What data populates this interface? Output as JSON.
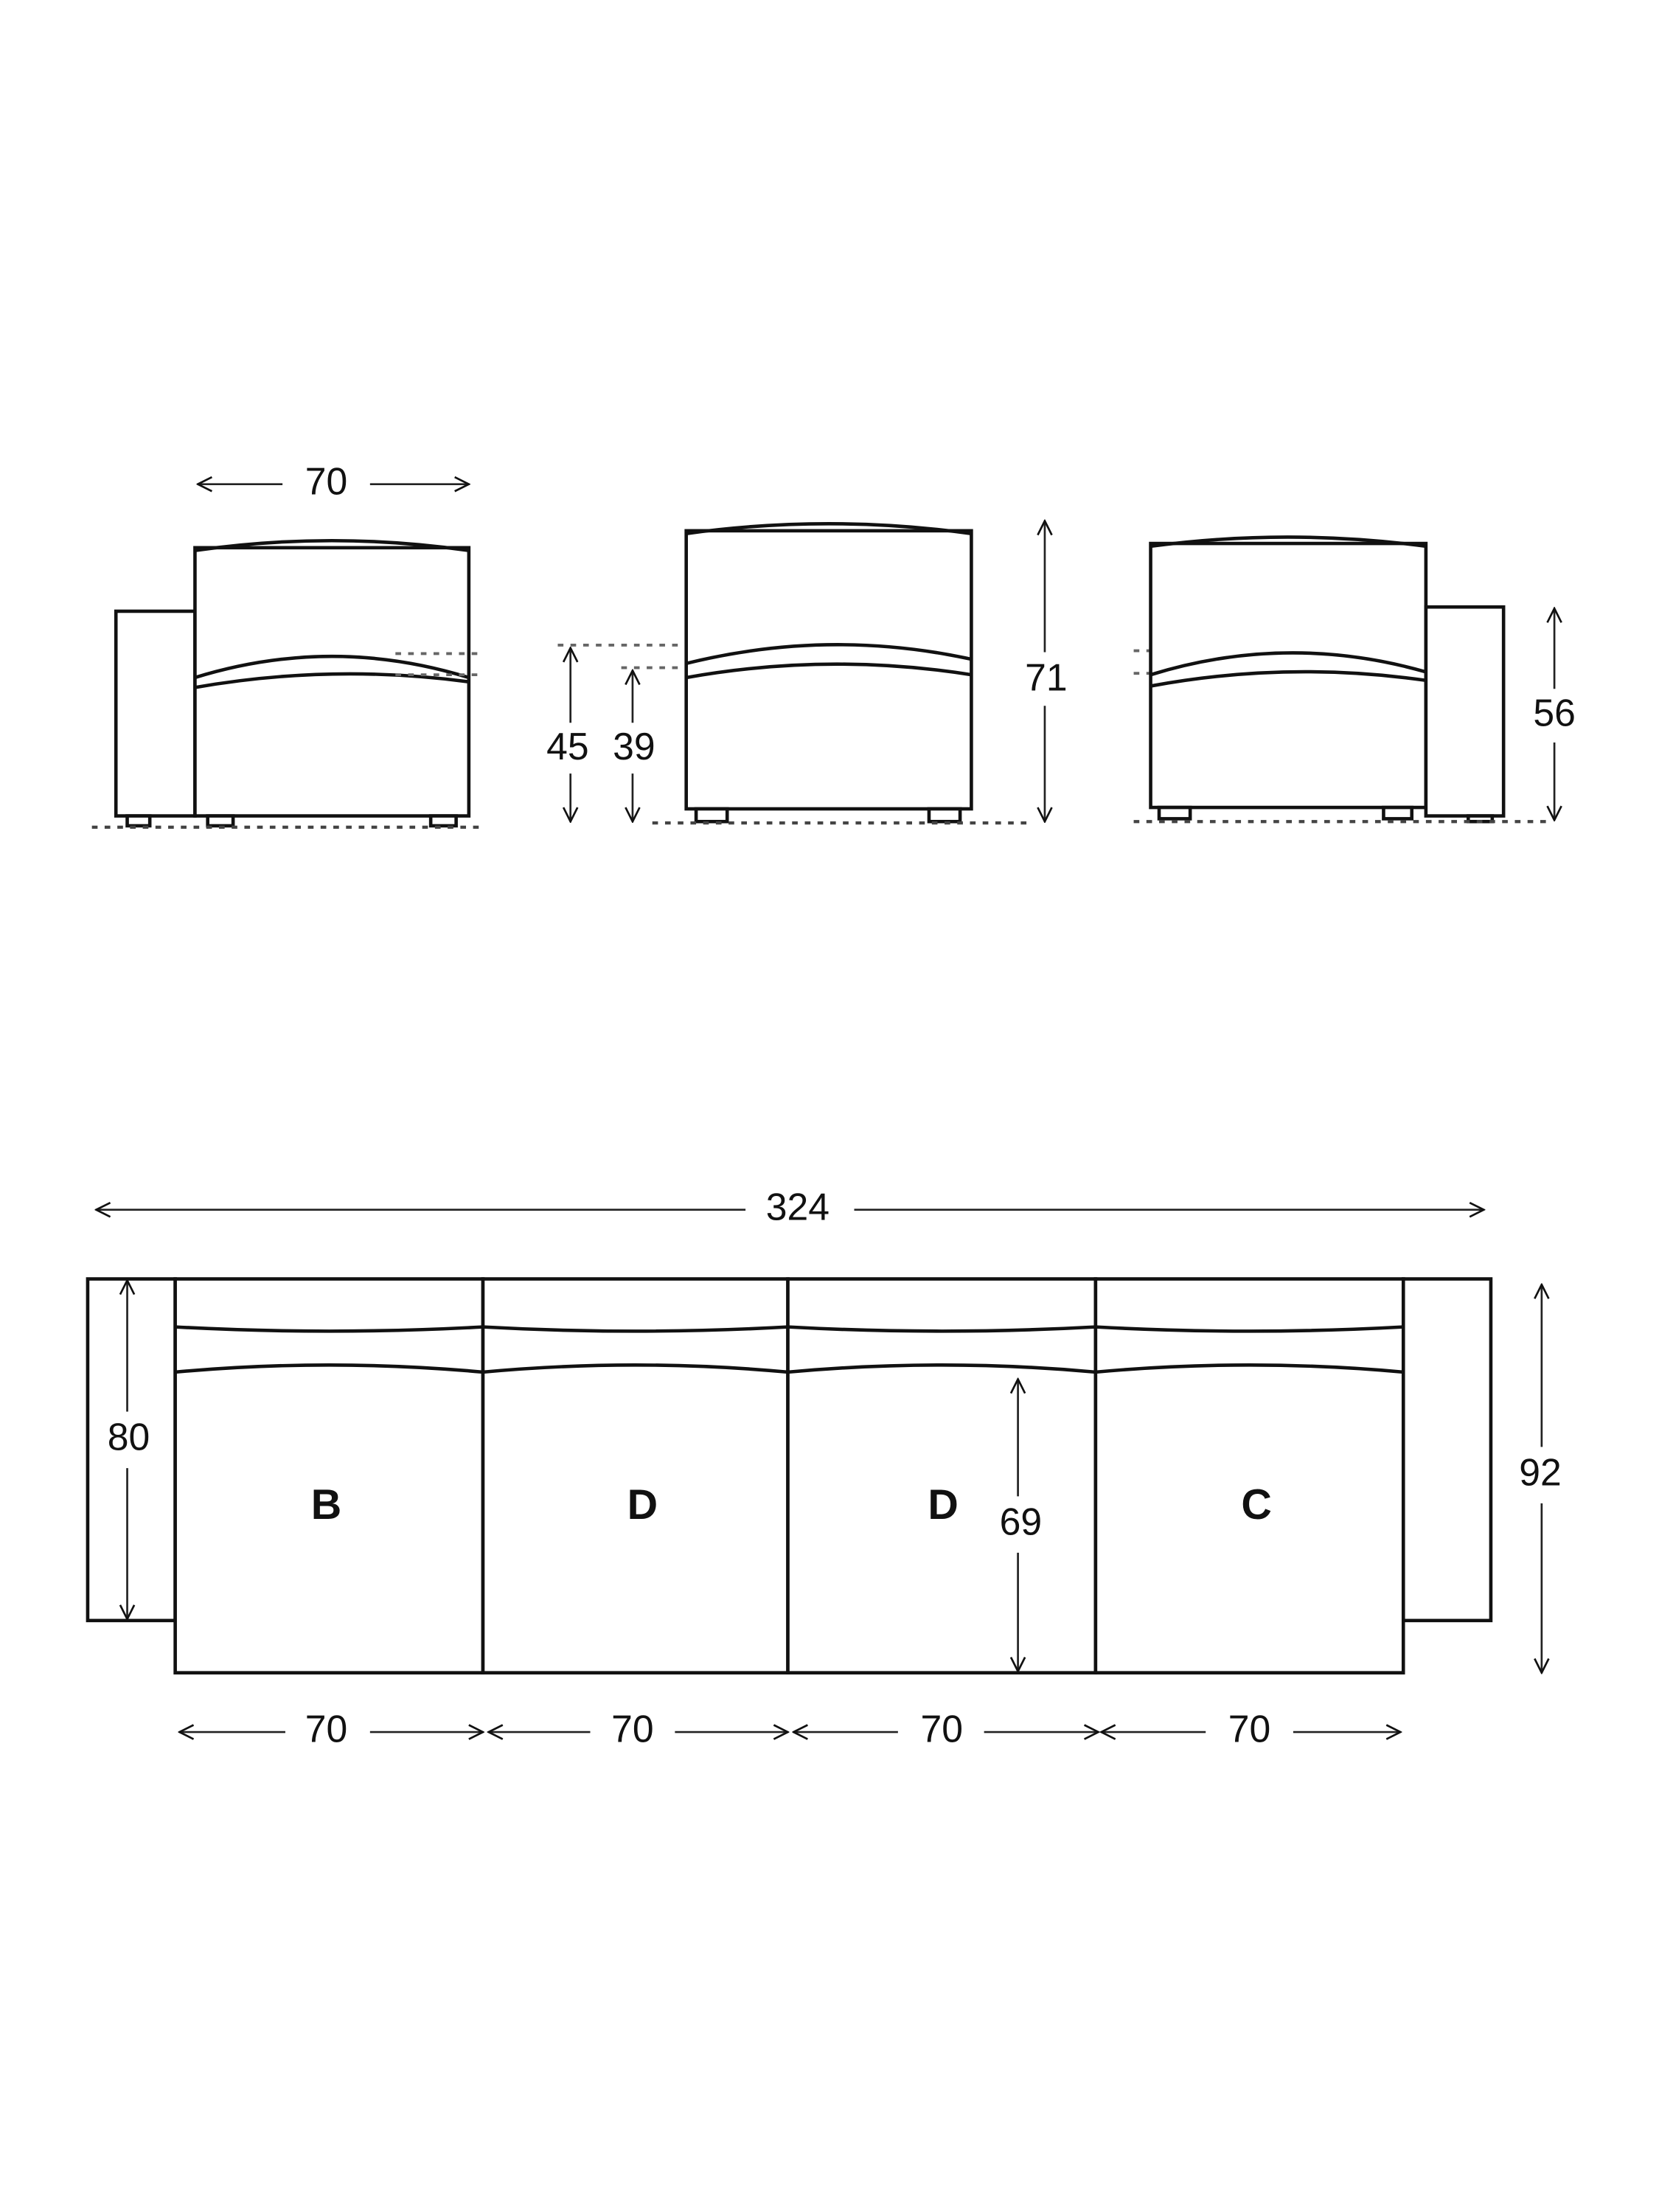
{
  "front_views": {
    "left_unit": {
      "width": "70"
    },
    "middle_unit": {
      "seat_height": "45",
      "seat_height_compressed": "39",
      "total_height": "71"
    },
    "right_unit": {
      "arm_height": "56"
    }
  },
  "top_view": {
    "total_width": "324",
    "arm_depth": "80",
    "seat_depth": "69",
    "total_depth": "92",
    "modules": [
      {
        "label": "B",
        "width": "70"
      },
      {
        "label": "D",
        "width": "70"
      },
      {
        "label": "D",
        "width": "70"
      },
      {
        "label": "C",
        "width": "70"
      }
    ]
  },
  "colors": {
    "line": "#111111",
    "background": "#ffffff"
  }
}
